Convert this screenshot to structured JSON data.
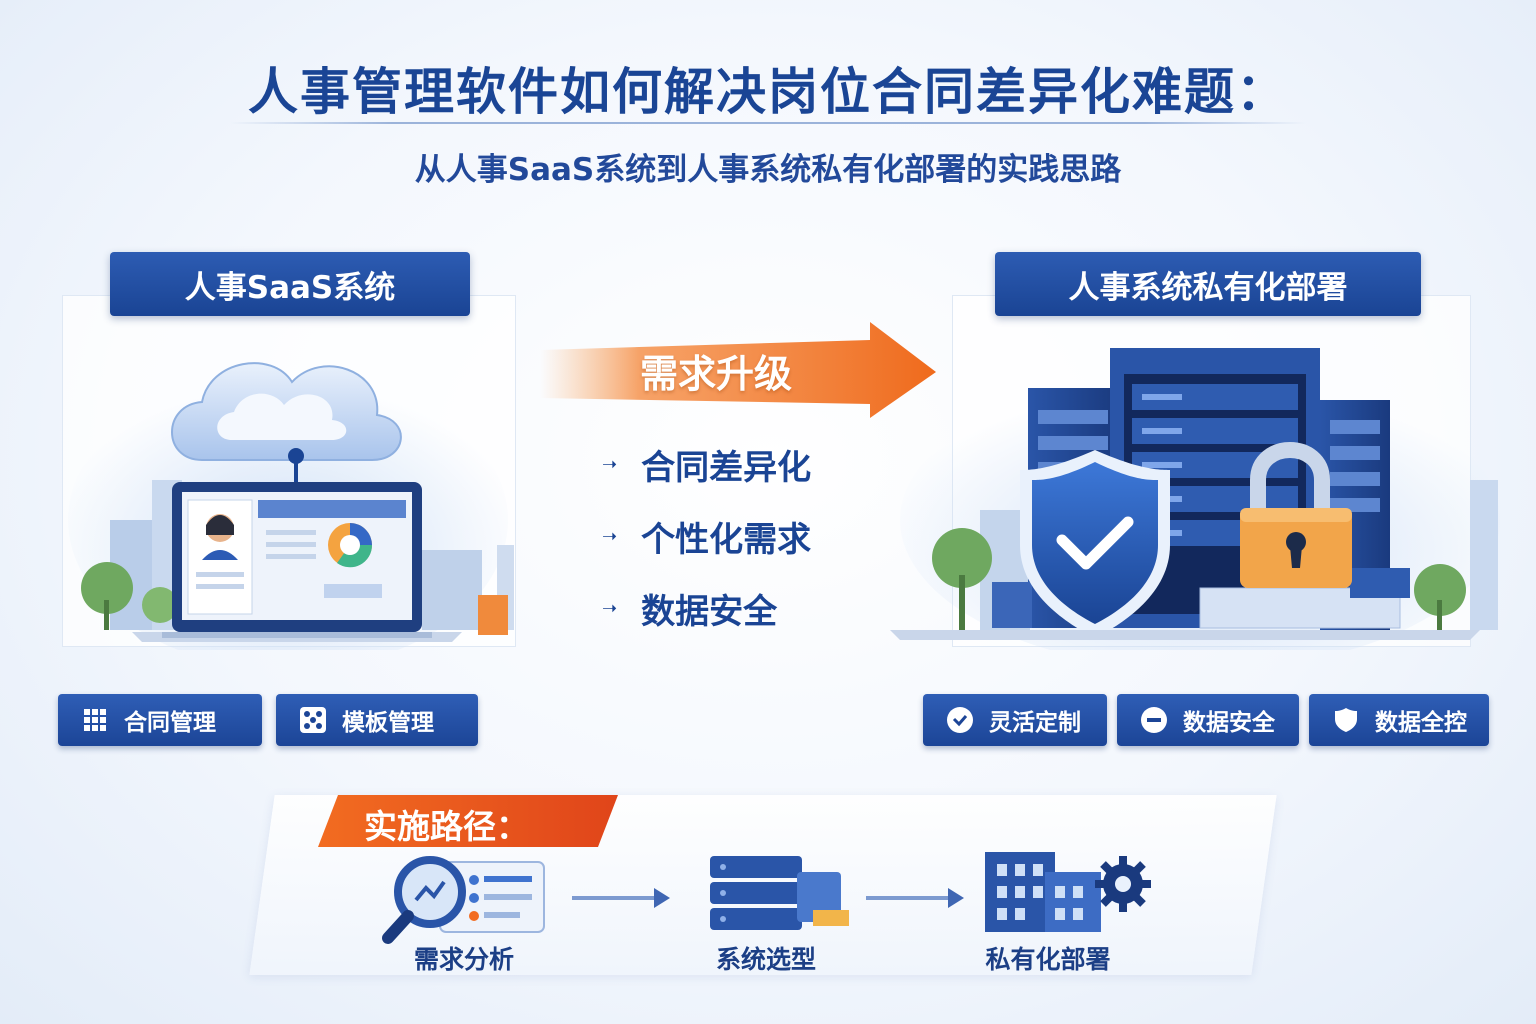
{
  "header": {
    "title": "人事管理软件如何解决岗位合同差异化难题：",
    "subtitle": "从人事SaaS系统到人事系统私有化部署的实践思路"
  },
  "left": {
    "label": "人事SaaS系统",
    "chips": [
      {
        "icon": "grid-icon",
        "label": "合同管理"
      },
      {
        "icon": "dice-icon",
        "label": "模板管理"
      }
    ]
  },
  "right": {
    "label": "人事系统私有化部署",
    "chips": [
      {
        "icon": "check-circle-icon",
        "label": "灵活定制"
      },
      {
        "icon": "minus-circle-icon",
        "label": "数据安全"
      },
      {
        "icon": "shield-icon",
        "label": "数据全控"
      }
    ]
  },
  "middle": {
    "upgrade": "需求升级",
    "needs": [
      "合同差异化",
      "个性化需求",
      "数据安全"
    ]
  },
  "path": {
    "title": "实施路径：",
    "steps": [
      "需求分析",
      "系统选型",
      "私有化部署"
    ]
  },
  "colors": {
    "primary": "#1a4494",
    "accent": "#f26c21",
    "lock": "#f2a54a"
  }
}
